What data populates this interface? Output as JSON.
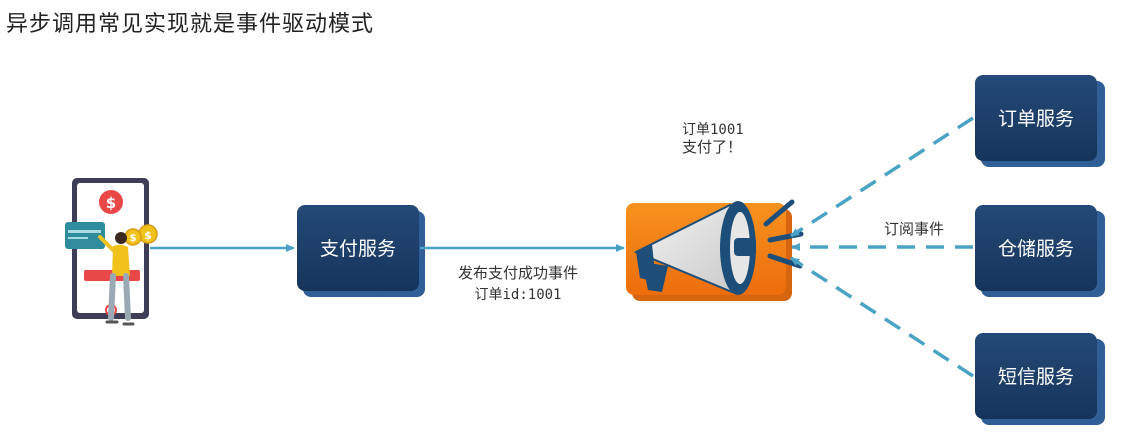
{
  "title": "异步调用常见实现就是事件驱动模式",
  "services": {
    "payment": "支付服务",
    "order": "订单服务",
    "storage": "仓储服务",
    "sms": "短信服务"
  },
  "labels": {
    "publish_line1": "发布支付成功事件",
    "publish_line2": "订单id:1001",
    "broker_note_line1": "订单1001",
    "broker_note_line2": "支付了！",
    "subscribe": "订阅事件"
  },
  "colors": {
    "service_dark": "#1b3c66",
    "service_shadow": "#2f5f96",
    "arrow": "#4aa3c4",
    "broker_orange": "#f07c14"
  },
  "icons": {
    "user": "phone-payment-user-icon",
    "broker": "megaphone-icon"
  }
}
